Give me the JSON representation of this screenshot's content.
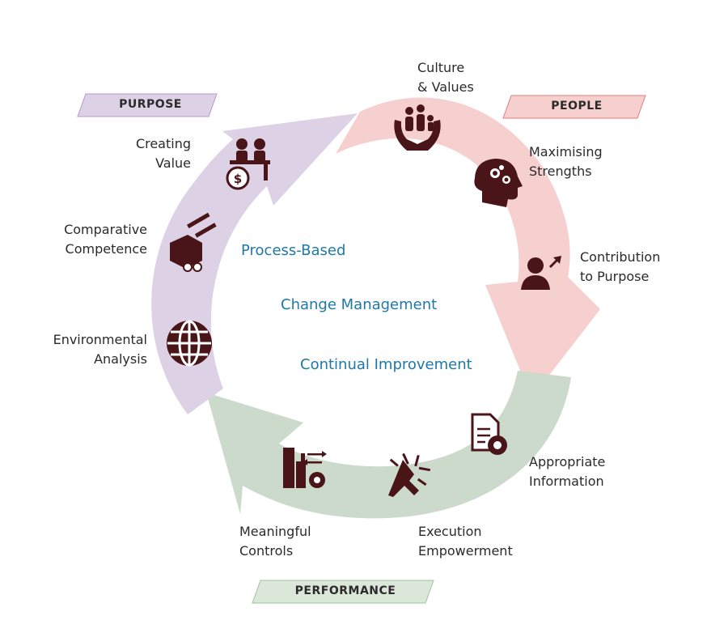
{
  "tags": {
    "purpose": "PURPOSE",
    "people": "PEOPLE",
    "performance": "PERFORMANCE"
  },
  "center": {
    "line1": "Process-Based",
    "line2": "Change Management",
    "line3": "Continual Improvement"
  },
  "items": {
    "culture": [
      "Culture",
      "& Values"
    ],
    "maximising": [
      "Maximising",
      "Strengths"
    ],
    "contribution": [
      "Contribution",
      "to Purpose"
    ],
    "appropriate": [
      "Appropriate",
      "Information"
    ],
    "execution": [
      "Execution",
      "Empowerment"
    ],
    "meaningful": [
      "Meaningful",
      "Controls"
    ],
    "environmental": [
      "Environmental",
      "Analysis"
    ],
    "comparative": [
      "Comparative",
      "Competence"
    ],
    "creating": [
      "Creating",
      "Value"
    ]
  },
  "colors": {
    "purpose": "#ddd1e6",
    "people": "#f6cfcf",
    "performance": "#ccdacb",
    "icon": "#4a1518",
    "center_text": "#1f78a6"
  }
}
